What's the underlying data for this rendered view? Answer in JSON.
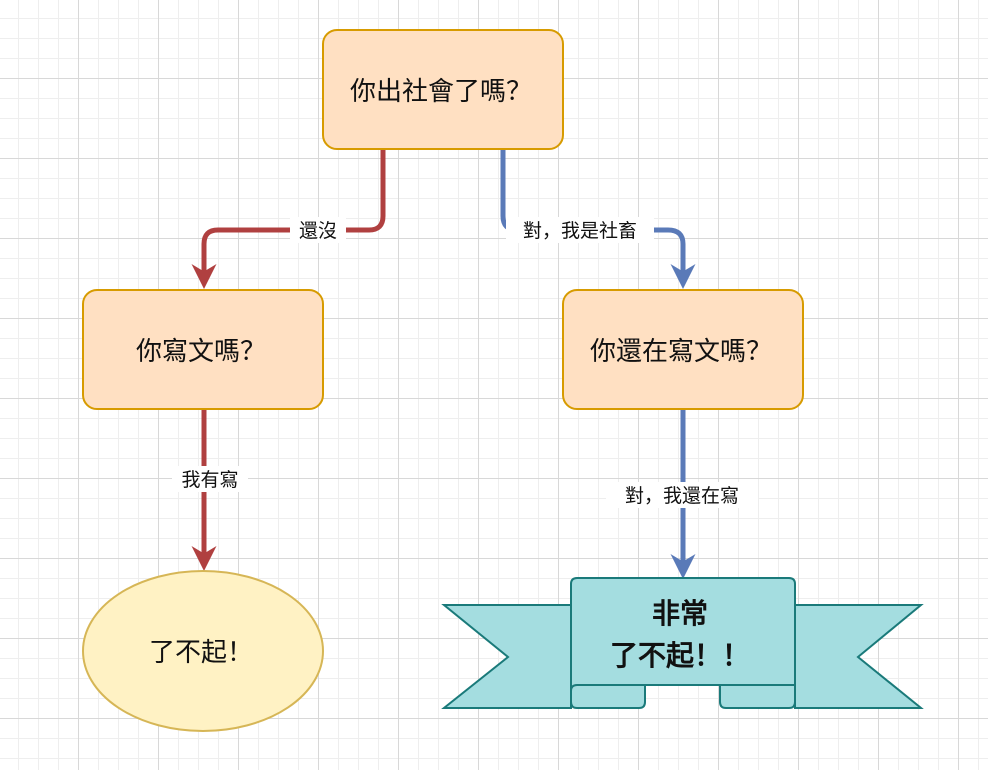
{
  "nodes": {
    "q1": "你出社會了嗎？",
    "q2": "你寫文嗎？",
    "q3": "你還在寫文嗎？",
    "end_left": "了不起！",
    "end_right": {
      "line1": "非常",
      "line2": "了不起！！"
    }
  },
  "edges": {
    "q1_to_q2": "還沒",
    "q1_to_q3": "對，我是社畜",
    "q2_to_end": "我有寫",
    "q3_to_end": "對，我還在寫"
  },
  "colors": {
    "process_fill": "#ffe0c2",
    "process_stroke": "#d79b00",
    "terminal_fill": "#fff2c4",
    "terminal_stroke": "#d6b656",
    "banner_fill": "#a4dde0",
    "banner_stroke": "#1a7a7a",
    "edge_red": "#b04040",
    "edge_blue": "#5a7ab8"
  }
}
